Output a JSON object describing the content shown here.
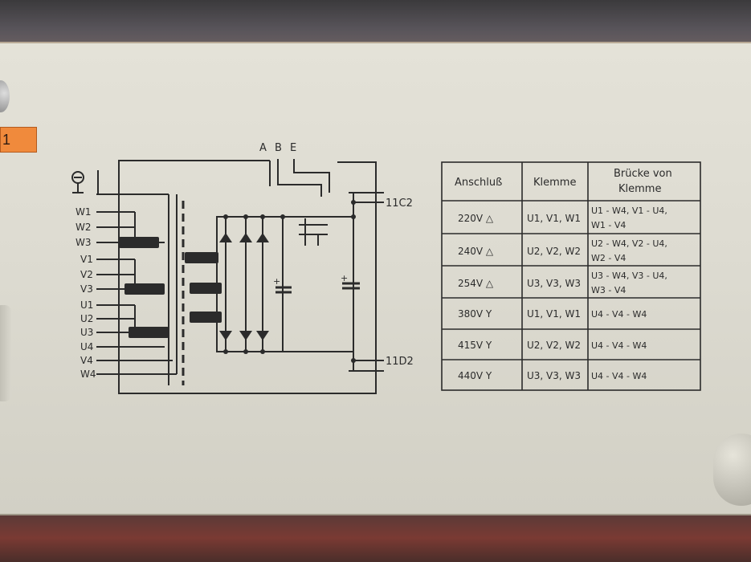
{
  "tag_text": "1",
  "schematic": {
    "terminals_top": [
      "A",
      "B",
      "E"
    ],
    "terminal_c": "11C2",
    "terminal_d": "11D2",
    "left_labels": [
      "W1",
      "W2",
      "W3",
      "V1",
      "V2",
      "V3",
      "U1",
      "U2",
      "U3",
      "U4",
      "V4",
      "W4"
    ],
    "cap_plus": "+"
  },
  "table": {
    "headers": {
      "anschluss": "Anschluß",
      "klemme": "Klemme",
      "bruecke_line1": "Brücke von",
      "bruecke_line2": "Klemme"
    },
    "rows": [
      {
        "anschluss": "220V △",
        "klemme": "U1, V1, W1",
        "bruecke_line1": "U1 - W4, V1 - U4,",
        "bruecke_line2": "W1 - V4"
      },
      {
        "anschluss": "240V △",
        "klemme": "U2, V2, W2",
        "bruecke_line1": "U2 - W4, V2 - U4,",
        "bruecke_line2": "W2 - V4"
      },
      {
        "anschluss": "254V △",
        "klemme": "U3, V3, W3",
        "bruecke_line1": "U3 - W4, V3 - U4,",
        "bruecke_line2": "W3 - V4"
      },
      {
        "anschluss": "380V Y",
        "klemme": "U1, V1, W1",
        "bruecke_line1": "U4 - V4 - W4",
        "bruecke_line2": ""
      },
      {
        "anschluss": "415V Y",
        "klemme": "U2, V2, W2",
        "bruecke_line1": "U4 - V4 - W4",
        "bruecke_line2": ""
      },
      {
        "anschluss": "440V Y",
        "klemme": "U3, V3, W3",
        "bruecke_line1": "U4 - V4 - W4",
        "bruecke_line2": ""
      }
    ]
  }
}
